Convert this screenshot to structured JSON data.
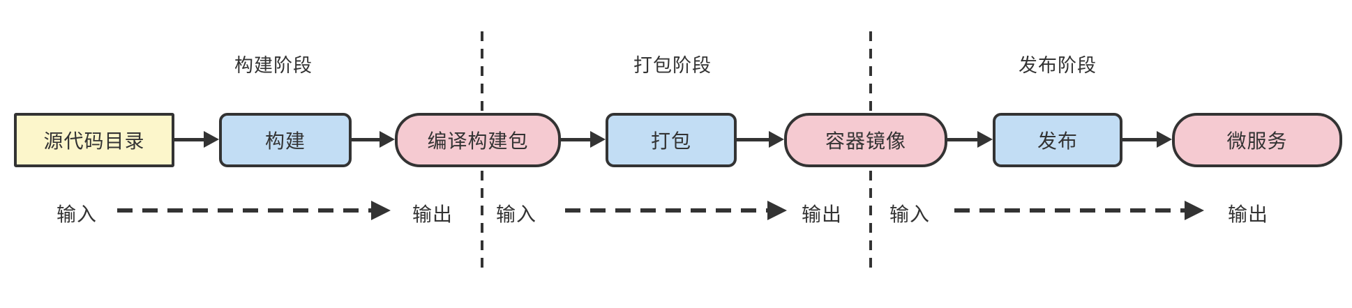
{
  "diagram": {
    "title_hint": "CI/CD pipeline flow diagram",
    "stages": [
      {
        "label": "构建阶段"
      },
      {
        "label": "打包阶段"
      },
      {
        "label": "发布阶段"
      }
    ],
    "nodes": [
      {
        "id": "source-code-dir",
        "label": "源代码目录",
        "shape": "rectangle",
        "fill": "#FCF6CB"
      },
      {
        "id": "build",
        "label": "构建",
        "shape": "rounded-rect",
        "fill": "#C2DDF4"
      },
      {
        "id": "build-package",
        "label": "编译构建包",
        "shape": "stadium",
        "fill": "#F5CAD1"
      },
      {
        "id": "package",
        "label": "打包",
        "shape": "rounded-rect",
        "fill": "#C2DDF4"
      },
      {
        "id": "container-image",
        "label": "容器镜像",
        "shape": "stadium",
        "fill": "#F5CAD1"
      },
      {
        "id": "release",
        "label": "发布",
        "shape": "rounded-rect",
        "fill": "#C2DDF4"
      },
      {
        "id": "microservice",
        "label": "微服务",
        "shape": "stadium",
        "fill": "#F5CAD1"
      }
    ],
    "edges": [
      {
        "from": "source-code-dir",
        "to": "build"
      },
      {
        "from": "build",
        "to": "build-package"
      },
      {
        "from": "build-package",
        "to": "package"
      },
      {
        "from": "package",
        "to": "container-image"
      },
      {
        "from": "container-image",
        "to": "release"
      },
      {
        "from": "release",
        "to": "microservice"
      }
    ],
    "io_rows": [
      {
        "input": "输入",
        "output": "输出"
      },
      {
        "input": "输入",
        "output": "输出"
      },
      {
        "input": "输入",
        "output": "输出"
      }
    ],
    "colors": {
      "stroke_and_text": "#333333",
      "yellow_fill": "#FCF6CB",
      "blue_fill": "#C2DDF4",
      "pink_fill": "#F5CAD1",
      "background": "#FFFFFF"
    }
  }
}
